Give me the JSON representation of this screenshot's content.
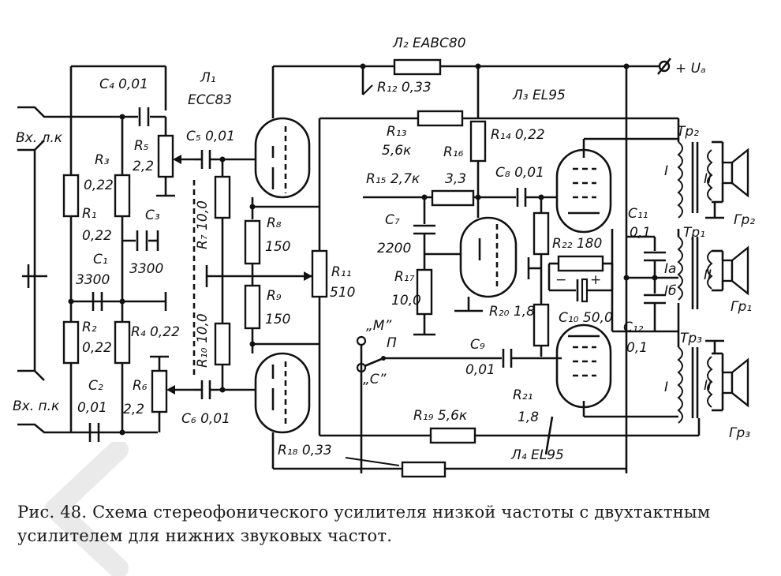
{
  "labels": {
    "in_left": "Вх. л.к",
    "in_right": "Вх. п.к",
    "c4": "C₄ 0,01",
    "l1_name": "Л₁",
    "l1_type": "ECC83",
    "l2": "Л₂ EABC80",
    "supply": "+ Uₐ",
    "r12": "R₁₂ 0,33",
    "l3": "Л₃ EL95",
    "r13": "R₁₃",
    "r13_val": "5,6к",
    "r14": "R₁₄ 0,22",
    "tr2": "Tp₂",
    "r3": "R₃",
    "r3_val": "0,22",
    "r5": "R₅",
    "r5_val": "2,2",
    "c5": "C₅ 0,01",
    "r16": "R₁₆",
    "r16_val": "3,3",
    "r15": "R₁₅ 2,7к",
    "c8": "C₈ 0,01",
    "gr2": "Гр₂",
    "r1": "R₁",
    "r1_val": "0,22",
    "c3": "C₃",
    "c3_val": "3300",
    "r8": "R₈",
    "r8_val": "150",
    "c7": "C₇",
    "c7_val": "2200",
    "r22": "R₂₂ 180",
    "c11": "C₁₁",
    "c11_val": "0,1",
    "tr1": "Tp₁",
    "c1": "C₁",
    "c1_val": "3300",
    "r7": "R₇ 10,0",
    "r11": "R₁₁",
    "r11_val": "510",
    "r17": "R₁₇",
    "r17_val": "10,0",
    "ia": "Iа",
    "ib": "Iб",
    "gr1": "Гр₁",
    "r9": "R₉",
    "r9_val": "150",
    "r20": "R₂₀ 1,8",
    "c10": "C₁₀ 50,0",
    "m": "„М”",
    "p": "П",
    "c12": "C₁₂",
    "c12_val": "0,1",
    "r2": "R₂",
    "r2_val": "0,22",
    "r4": "R₄ 0,22",
    "r10": "R₁₀ 10,0",
    "c9": "C₉",
    "c9_val": "0,01",
    "c_sw": "„С”",
    "tr3": "Tp₃",
    "c2": "C₂",
    "c2_val": "0,01",
    "r6": "R₆",
    "r6_val": "2,2",
    "r21": "R₂₁",
    "r21_val": "1,8",
    "c6": "C₆ 0,01",
    "r19": "R₁₉ 5,6к",
    "gr3": "Гр₃",
    "r18": "R₁₈ 0,33",
    "l4": "Л₄ EL95",
    "winding_1": "I",
    "winding_2": "II"
  },
  "caption": {
    "figure": "Рис. 48.",
    "text": "Схема стереофонического усилителя низкой частоты с двухтактным усилителем для нижних звуковых частот."
  },
  "icons": {
    "speaker": "speaker-icon",
    "ground": "ground-icon",
    "terminal": "terminal-icon"
  }
}
